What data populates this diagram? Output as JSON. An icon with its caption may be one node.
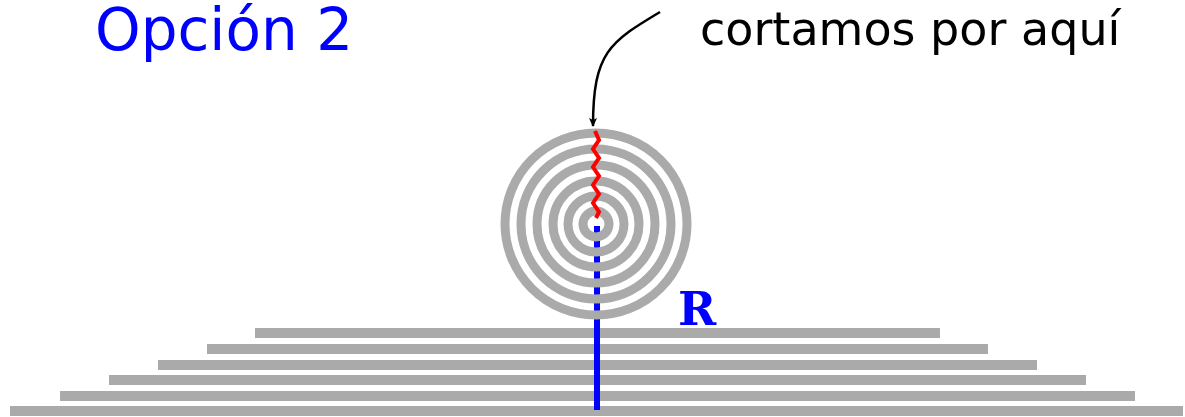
{
  "diagram": {
    "title": "Opción 2",
    "nodes": [
      {
        "text": [
          "cortamos por aquí"
        ]
      },
      {
        "text": [],
        "shape": "picture"
      }
    ],
    "edges": [
      {
        "from": 0,
        "to": 1,
        "arrow": "to"
      }
    ],
    "labels": [
      "R"
    ]
  }
}
